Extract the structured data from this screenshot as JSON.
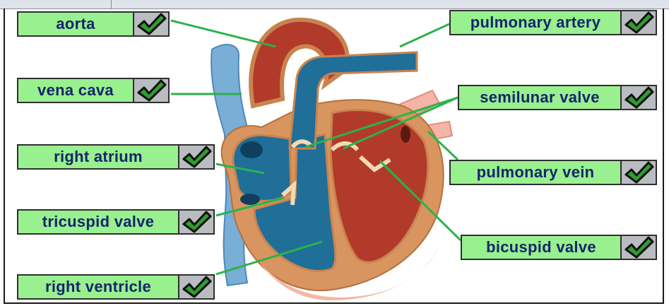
{
  "labels": [
    {
      "id": "aorta",
      "text": "aorta"
    },
    {
      "id": "vena-cava",
      "text": "vena cava"
    },
    {
      "id": "right-atrium",
      "text": "right atrium"
    },
    {
      "id": "tricuspid-valve",
      "text": "tricuspid valve"
    },
    {
      "id": "right-ventricle",
      "text": "right ventricle"
    },
    {
      "id": "pulmonary-artery",
      "text": "pulmonary artery"
    },
    {
      "id": "semilunar-valve",
      "text": "semilunar valve"
    },
    {
      "id": "pulmonary-vein",
      "text": "pulmonary vein"
    },
    {
      "id": "bicuspid-valve",
      "text": "bicuspid valve"
    }
  ],
  "icons": {
    "check": "checkmark-icon"
  },
  "colors": {
    "label_bg": "#99f08f",
    "label_text": "#14256b",
    "check_bg": "#b9bcc0",
    "check_mark": "#2e9e2e",
    "leader_line": "#2bb34a",
    "heart_muscle": "#d9955f",
    "oxygenated_blood": "#b23a2a",
    "deoxygenated_blood": "#1f6f98",
    "vena_cava": "#79aed6",
    "pulmonary_vein": "#f4b5a8"
  }
}
